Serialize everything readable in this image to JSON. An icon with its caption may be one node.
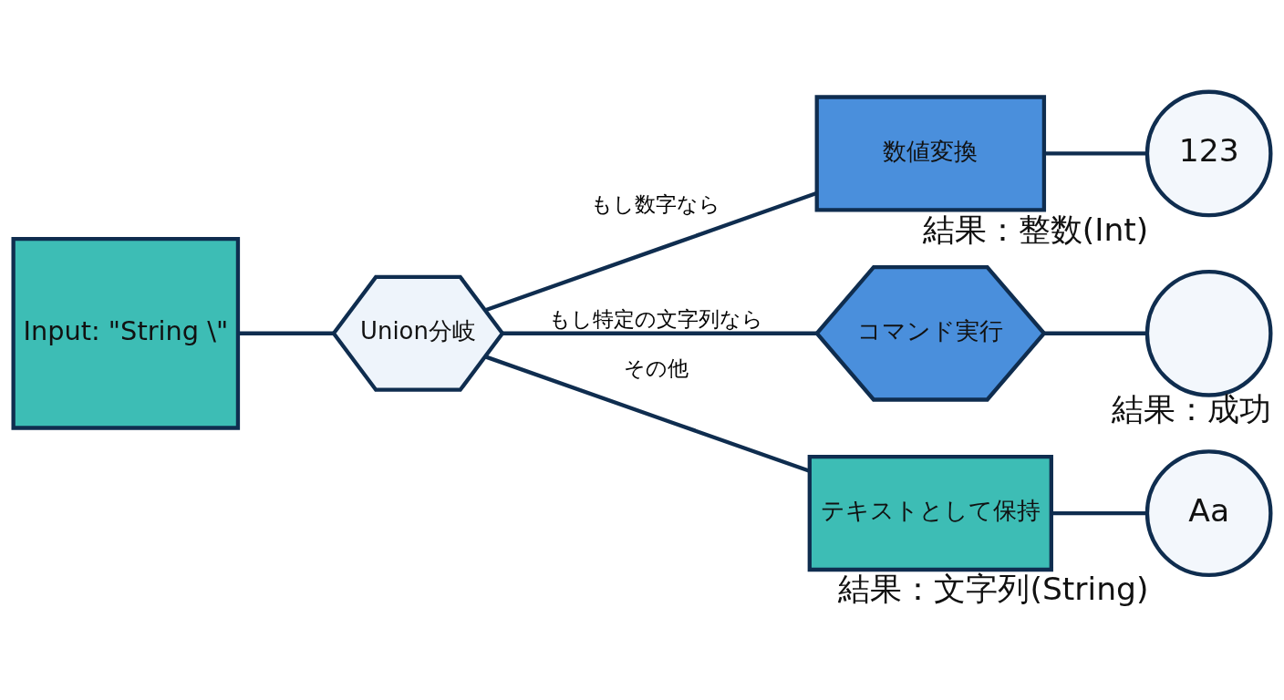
{
  "diagram": {
    "nodes": [
      {
        "text": [
          "Input: \"String \\\""
        ]
      },
      {
        "text": [
          "Union分岐"
        ]
      },
      {
        "text": [
          "数値変換"
        ]
      },
      {
        "text": [
          "コマンド実行"
        ]
      },
      {
        "text": [
          "テキストとして保持"
        ]
      },
      {
        "text": [
          "123"
        ],
        "beside": [
          "結果：整数(Int)"
        ]
      },
      {
        "text": [],
        "shape": "circle",
        "beside": [
          "結果：成功"
        ]
      },
      {
        "text": [
          "Aa"
        ],
        "beside": [
          "結果：文字列(String)"
        ]
      }
    ],
    "edges": [
      {
        "from": 0,
        "to": 1,
        "arrow": "none"
      },
      {
        "from": 1,
        "to": 2,
        "arrow": "none",
        "label": "もし数字なら"
      },
      {
        "from": 1,
        "to": 3,
        "arrow": "none",
        "label": "もし特定の文字列なら"
      },
      {
        "from": 1,
        "to": 4,
        "arrow": "none",
        "label": "その他"
      },
      {
        "from": 2,
        "to": 5,
        "arrow": "none"
      },
      {
        "from": 3,
        "to": 6,
        "arrow": "none"
      },
      {
        "from": 4,
        "to": 7,
        "arrow": "none"
      }
    ]
  }
}
